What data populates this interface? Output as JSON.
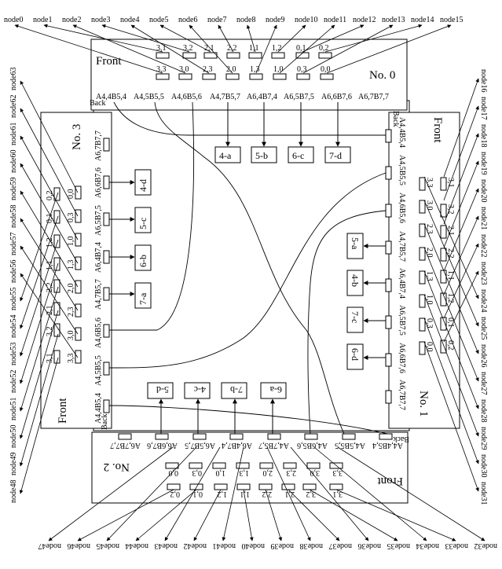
{
  "boards": {
    "top": {
      "front": "Front",
      "name": "No. 0",
      "back": "Back"
    },
    "right": {
      "front": "Front",
      "name": "No. 1",
      "back": "Back"
    },
    "bottom": {
      "front": "Front",
      "name": "No. 2",
      "back": "Back"
    },
    "left": {
      "front": "Front",
      "name": "No. 3",
      "back": "Back"
    }
  },
  "nodes": {
    "top": [
      "node0",
      "node1",
      "node2",
      "node3",
      "node4",
      "node5",
      "node6",
      "node7",
      "node8",
      "node9",
      "node10",
      "node11",
      "node12",
      "node13",
      "node14",
      "node15"
    ],
    "right": [
      "node16",
      "node17",
      "node18",
      "node19",
      "node20",
      "node21",
      "node22",
      "node23",
      "node24",
      "node25",
      "node26",
      "node27",
      "node28",
      "node29",
      "node30",
      "node31"
    ],
    "bottom": [
      "node32",
      "node33",
      "node34",
      "node35",
      "node36",
      "node37",
      "node38",
      "node39",
      "node40",
      "node41",
      "node42",
      "node43",
      "node44",
      "node45",
      "node46",
      "node47"
    ],
    "left": [
      "node48",
      "node49",
      "node50",
      "node51",
      "node52",
      "node53",
      "node54",
      "node55",
      "node56",
      "node57",
      "node58",
      "node59",
      "node60",
      "node61",
      "node62",
      "node63"
    ]
  },
  "ports": {
    "row_upper": [
      "3,1",
      "3,2",
      "2,1",
      "2,2",
      "1,1",
      "1,2",
      "0,1",
      "0,2"
    ],
    "row_lower": [
      "3,3",
      "3,0",
      "2,3",
      "2,0",
      "1,3",
      "1,0",
      "0,3",
      "0,0"
    ]
  },
  "backplane": [
    "A4,4B5,4",
    "A4,5B5,5",
    "A4,6B5,6",
    "A4,7B5,7",
    "A6,4B7,4",
    "A6,5B7,5",
    "A6,6B7,6",
    "A6,7B7,7"
  ],
  "links": {
    "top": [
      "4-a",
      "5-b",
      "6-c",
      "7-d"
    ],
    "right": [
      "5-a",
      "4-b",
      "7-c",
      "6-d"
    ],
    "bottom": [
      "5-d",
      "4-c",
      "7-b",
      "6-a"
    ],
    "left": [
      "4-d",
      "5-c",
      "6-b",
      "7-a"
    ]
  }
}
